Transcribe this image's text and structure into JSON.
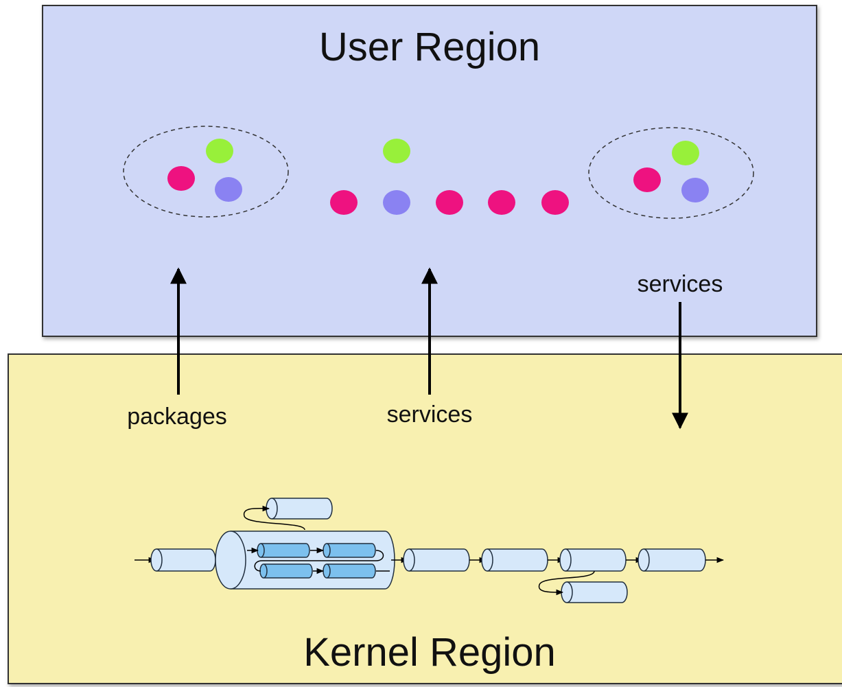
{
  "user_region": {
    "title": "User Region",
    "color": "#cfd7f7",
    "package_groups": 2,
    "loose_services": 6
  },
  "kernel_region": {
    "title": "Kernel Region",
    "color": "#f8f0b0"
  },
  "labels": {
    "packages": "packages",
    "services_middle": "services",
    "services_right": "services"
  },
  "node_colors": {
    "green": "#98f03a",
    "magenta": "#ee1280",
    "purple": "#8a82f2"
  },
  "cylinder_colors": {
    "outer": "#d6e8fa",
    "inner": "#7cc0ee",
    "stroke": "#1f2d3d"
  }
}
